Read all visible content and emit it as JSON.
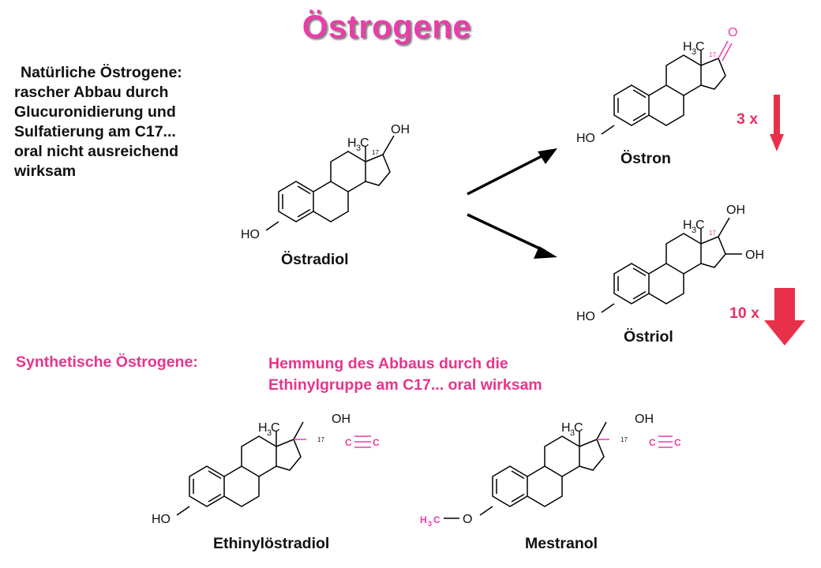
{
  "title": "Östrogene",
  "natural": {
    "lines": [
      "Natürliche Östrogene:",
      "rascher Abbau durch",
      "Glucuronidierung und",
      "Sulfatierung am C17...",
      "oral nicht ausreichend",
      "wirksam"
    ]
  },
  "synthetic": {
    "label": "Synthetische Östrogene:",
    "lines": [
      "Hemmung des Abbaus durch die",
      "Ethinylgruppe am C17... oral wirksam"
    ]
  },
  "molecules": {
    "estradiol": {
      "name": "Östradiol",
      "ho": "HO",
      "oh": "OH",
      "c17": "17"
    },
    "estrone": {
      "name": "Östron",
      "ho": "HO",
      "o": "O",
      "c17": "17"
    },
    "estriol": {
      "name": "Östriol",
      "ho": "HO",
      "oh": "OH",
      "oh2": "OH",
      "c17": "17"
    },
    "ethinylestradiol": {
      "name": "Ethinylöstradiol",
      "ho": "HO",
      "oh": "OH",
      "c17": "17",
      "c1": "C",
      "c2": "C"
    },
    "mestranol": {
      "name": "Mestranol",
      "o": "O",
      "oh": "OH",
      "c17": "17",
      "c1": "C",
      "c2": "C"
    }
  },
  "methyl": {
    "h": "H",
    "sub": "3",
    "c": "C"
  },
  "factors": {
    "estrone": "3 x",
    "estriol": "10 x"
  },
  "colors": {
    "title": "#e83ea8",
    "synthetic_text": "#e8348c",
    "factor_text": "#e83062",
    "down_arrow": "#e8304a"
  }
}
